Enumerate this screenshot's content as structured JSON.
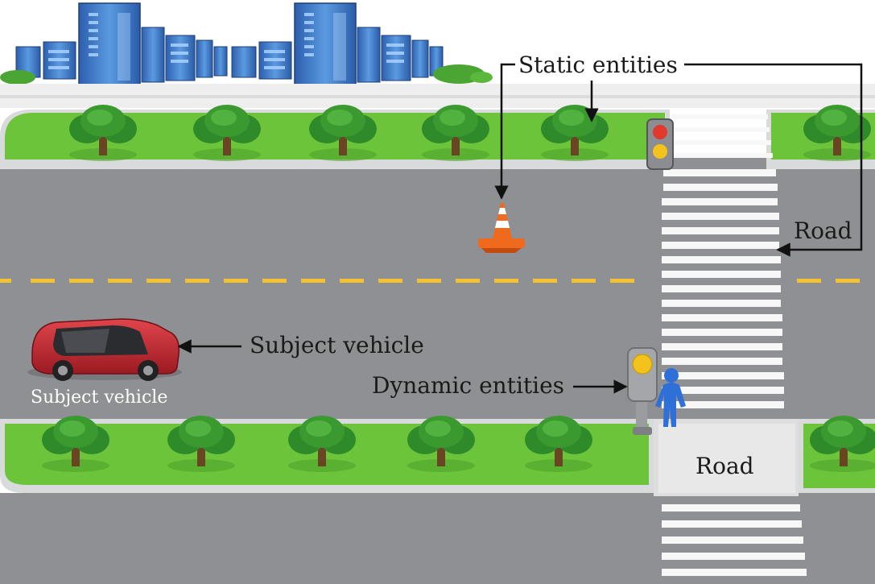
{
  "labels": {
    "static_entities": "Static entities",
    "road_top": "Road",
    "road_bottom": "Road",
    "subject_vehicle_callout": "Subject vehicle",
    "subject_vehicle_caption": "Subject vehicle",
    "dynamic_entities": "Dynamic entities"
  },
  "colors": {
    "road": "#8e9094",
    "grass": "#6cc43a",
    "curb": "#d9dadc",
    "lane_divider": "#f2c230",
    "car": "#c4262e",
    "traffic_light_red": "#e03a2f",
    "traffic_light_yellow": "#f4c21c",
    "pedestrian": "#2f6fd8",
    "cone": "#f06a1d",
    "building": "#3f79c6"
  },
  "icons": {
    "car": "car-icon",
    "traffic_light": "traffic-light-icon",
    "pedestrian_signal": "pedestrian-signal-icon",
    "pedestrian": "pedestrian-icon",
    "cone": "traffic-cone-icon",
    "tree": "tree-icon",
    "building": "building-icon"
  }
}
